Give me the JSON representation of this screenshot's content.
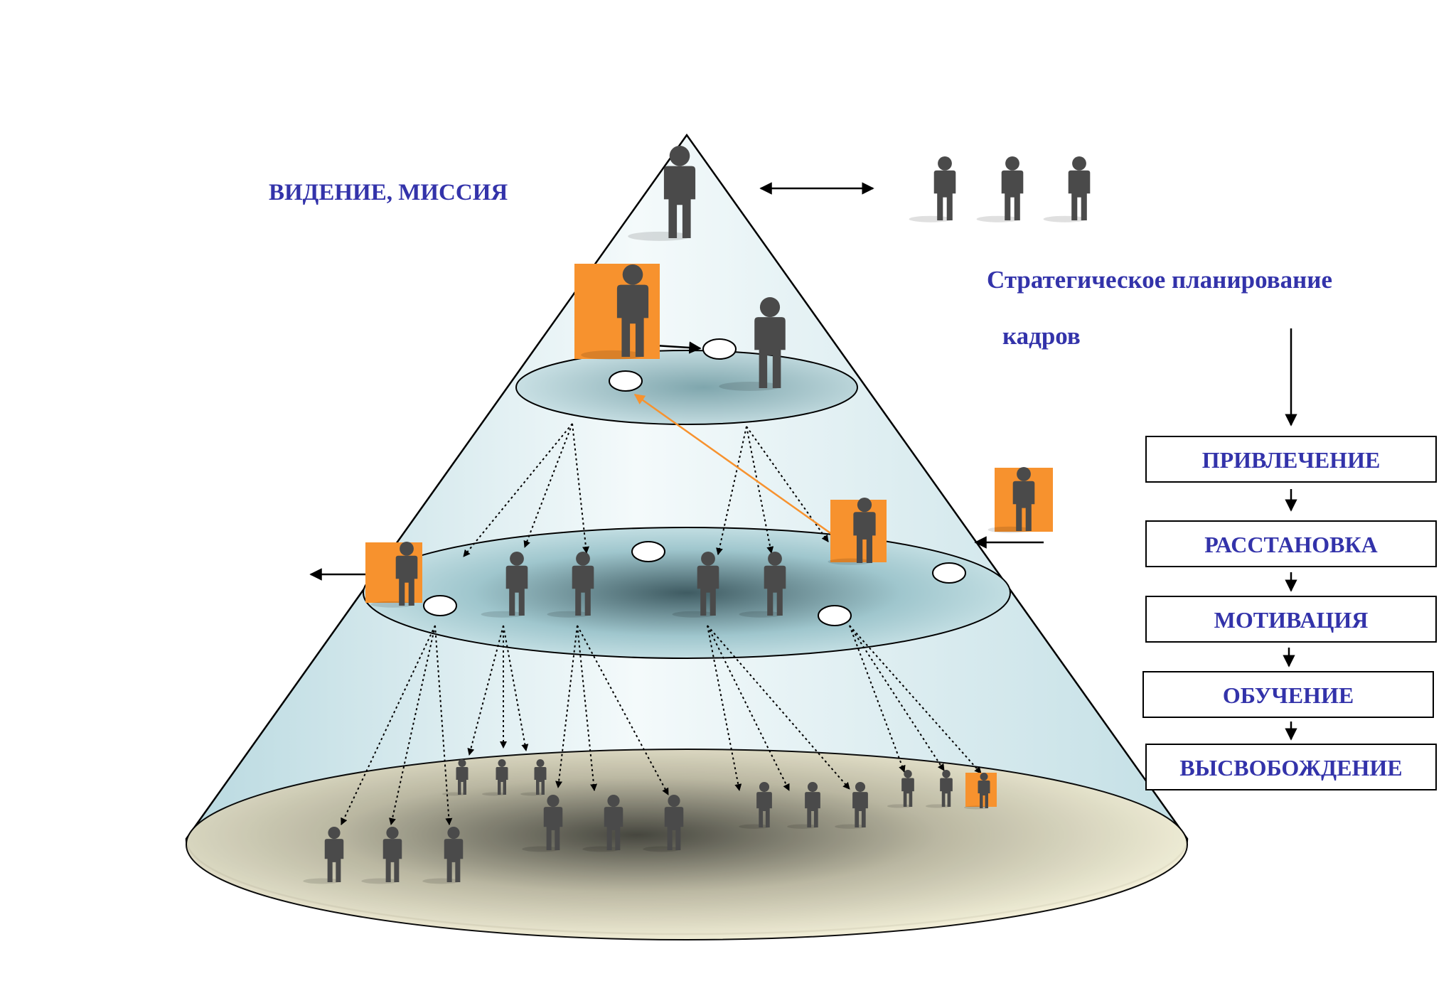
{
  "labels": {
    "vision": "ВИДЕНИЕ,  МИССИЯ",
    "strategic_line1": "Стратегическое планирование",
    "strategic_line2": "кадров"
  },
  "process_steps": [
    "ПРИВЛЕЧЕНИЕ",
    "РАССТАНОВКА",
    "МОТИВАЦИЯ",
    "ОБУЧЕНИЕ",
    "ВЫСВОБОЖДЕНИЕ"
  ],
  "colors": {
    "text_blue": "#3333aa",
    "person": "#4a4a4a",
    "highlight": "#f7922e",
    "cone_fill": "#d6ecf0",
    "base_fill": "#f7f2d6",
    "orange_arrow": "#f7922e"
  },
  "icons": {
    "person": "person-icon",
    "vacancy": "vacancy-oval-icon"
  }
}
